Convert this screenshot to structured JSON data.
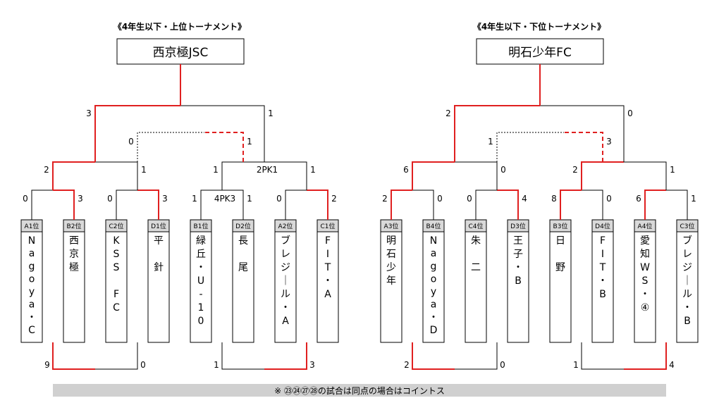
{
  "colors": {
    "win": "#e02020",
    "line": "#000000",
    "header_fill": "#d9d9d9",
    "note_fill": "#d0d0d0"
  },
  "brackets": [
    {
      "title": "《4年生以下・上位トーナメント》",
      "champion": "西京極JSC",
      "teams": [
        {
          "seed": "A1位",
          "name": "Nagoya・C"
        },
        {
          "seed": "B2位",
          "name": "西京極"
        },
        {
          "seed": "C2位",
          "name": "KSS　FC"
        },
        {
          "seed": "D1位",
          "name": "平　針"
        },
        {
          "seed": "B1位",
          "name": "緑丘・U-10"
        },
        {
          "seed": "D2位",
          "name": "長　尾"
        },
        {
          "seed": "A2位",
          "name": "ブレジール・A"
        },
        {
          "seed": "C1位",
          "name": "FIT・A"
        }
      ],
      "scores": {
        "r1": [
          "0",
          "3",
          "0",
          "3",
          "1",
          "1",
          "0",
          "2"
        ],
        "r1_note": "4PK3",
        "r2": [
          "2",
          "1",
          "1",
          "1"
        ],
        "r2_note": "2PK1",
        "sf": [
          "0",
          "1"
        ],
        "final": [
          "3",
          "1"
        ],
        "third": [
          "9",
          "0",
          "1",
          "3"
        ]
      }
    },
    {
      "title": "《4年生以下・下位トーナメント》",
      "champion": "明石少年FC",
      "teams": [
        {
          "seed": "A3位",
          "name": "明石少年"
        },
        {
          "seed": "B4位",
          "name": "Nagoya・D"
        },
        {
          "seed": "C4位",
          "name": "朱　二"
        },
        {
          "seed": "D3位",
          "name": "王子・B"
        },
        {
          "seed": "B3位",
          "name": "日　野"
        },
        {
          "seed": "D4位",
          "name": "FIT・B"
        },
        {
          "seed": "A4位",
          "name": "愛知WS・④"
        },
        {
          "seed": "C3位",
          "name": "ブレジール・B"
        }
      ],
      "scores": {
        "r1": [
          "2",
          "0",
          "0",
          "4",
          "8",
          "0",
          "6",
          "1"
        ],
        "r1_note": "",
        "r2": [
          "6",
          "0",
          "2",
          "1"
        ],
        "r2_note": "",
        "sf": [
          "1",
          "3"
        ],
        "final": [
          "2",
          "0"
        ],
        "third": [
          "2",
          "0",
          "1",
          "4"
        ]
      }
    }
  ],
  "footnote": "※ ㉓㉔㉗㉘の試合は同点の場合はコイントス"
}
